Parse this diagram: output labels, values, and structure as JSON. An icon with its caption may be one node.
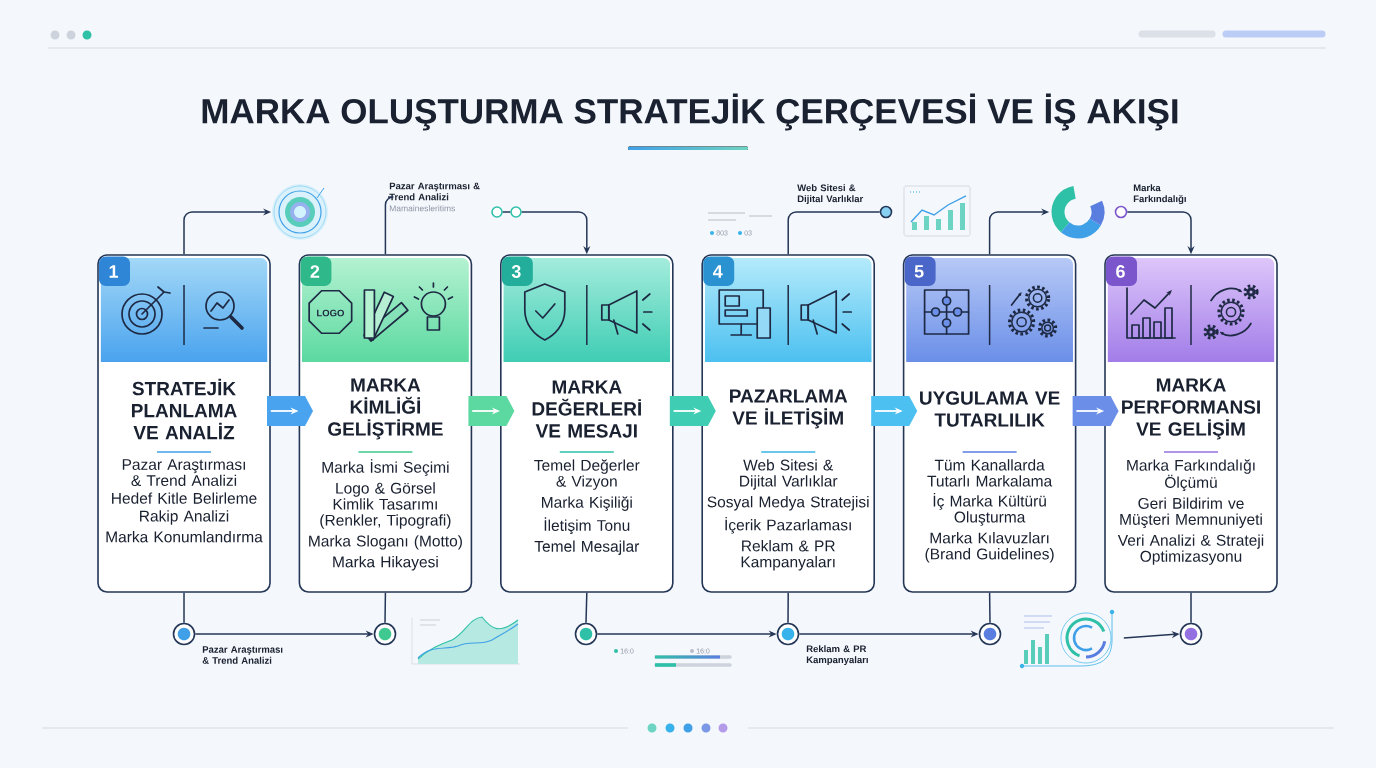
{
  "diagram": {
    "title": "MARKA OLUŞTURMA STRATEJİK ÇERÇEVESİ VE İŞ AKIŞI",
    "nodes": [
      {
        "text": [
          "1",
          "STRATEJİK PLANLAMA VE ANALİZ",
          "Pazar Araştırması & Trend Analizi",
          "Hedef Kitle Belirleme",
          "Rakip Analizi",
          "Marka Konumlandırma"
        ]
      },
      {
        "text": [
          "2",
          "MARKA KİMLİĞİ GELİŞTİRME",
          "Marka İsmi Seçimi",
          "Logo & Görsel Kimlik Tasarımı (Renkler, Tipografi)",
          "Marka Sloganı (Motto)",
          "Marka Hikayesi"
        ]
      },
      {
        "text": [
          "3",
          "MARKA DEĞERLERİ VE MESAJI",
          "Temel Değerler & Vizyon",
          "Marka Kişiliği",
          "İletişim Tonu",
          "Temel Mesajlar"
        ]
      },
      {
        "text": [
          "4",
          "PAZARLAMA VE İLETİŞİM",
          "Web Sitesi & Dijital Varlıklar",
          "Sosyal Medya Stratejisi",
          "İçerik Pazarlaması",
          "Reklam & PR Kampanyaları"
        ]
      },
      {
        "text": [
          "5",
          "UYGULAMA VE TUTARLILIK",
          "Tüm Kanallarda Tutarlı Markalama",
          "İç Marka Kültürü Oluşturma",
          "Marka Kılavuzları (Brand Guidelines)"
        ]
      },
      {
        "text": [
          "6",
          "MARKA PERFORMANSI VE GELİŞİM",
          "Marka Farkındalığı Ölçümü",
          "Geri Bildirim ve Müşteri Memnuniyeti",
          "Veri Analizi & Strateji Optimizasyonu"
        ]
      },
      {
        "text": [],
        "shape": "circle"
      },
      {
        "text": [
          "Pazar Araştırması & Trend Analizi",
          "Mamainesleritims"
        ]
      },
      {
        "text": [],
        "shape": "circle"
      },
      {
        "text": [],
        "shape": "circle"
      },
      {
        "text": [],
        "shape": "circle",
        "beside": [
          "Web Sitesi & Dijital Varlıklar"
        ]
      },
      {
        "text": [],
        "shape": "circle"
      },
      {
        "text": [],
        "shape": "circle",
        "beside": [
          "Marka Farkındalığı"
        ]
      },
      {
        "text": [],
        "shape": "circle",
        "beside": [
          "Pazar Araştırması & Trend Analizi"
        ]
      },
      {
        "text": [],
        "shape": "circle"
      },
      {
        "text": [],
        "shape": "circle"
      },
      {
        "text": [],
        "shape": "circle",
        "beside": [
          "Reklam & PR Kampanyaları"
        ]
      },
      {
        "text": [],
        "shape": "circle"
      },
      {
        "text": [],
        "shape": "picture"
      },
      {
        "text": [],
        "shape": "circle"
      }
    ],
    "edges": [
      {
        "from": 0,
        "to": 1,
        "arrow": "to",
        "color": "#ffffff"
      },
      {
        "from": 1,
        "to": 2,
        "arrow": "to",
        "color": "#ffffff"
      },
      {
        "from": 2,
        "to": 3,
        "arrow": "to",
        "color": "#ffffff"
      },
      {
        "from": 3,
        "to": 4,
        "arrow": "to",
        "color": "#ffffff"
      },
      {
        "from": 4,
        "to": 5,
        "arrow": "to",
        "color": "#ffffff"
      },
      {
        "from": 0,
        "to": 6,
        "arrow": "to"
      },
      {
        "from": 1,
        "to": 7,
        "arrow": "none"
      },
      {
        "from": 8,
        "to": 9,
        "arrow": "none"
      },
      {
        "from": 9,
        "to": 2,
        "arrow": "to"
      },
      {
        "from": 3,
        "to": 10,
        "arrow": "none"
      },
      {
        "from": 4,
        "to": 11,
        "arrow": "to"
      },
      {
        "from": 12,
        "to": 5,
        "arrow": "to"
      },
      {
        "from": 0,
        "to": 13,
        "arrow": "none"
      },
      {
        "from": 13,
        "to": 14,
        "arrow": "to"
      },
      {
        "from": 1,
        "to": 14,
        "arrow": "none"
      },
      {
        "from": 2,
        "to": 15,
        "arrow": "none"
      },
      {
        "from": 15,
        "to": 16,
        "arrow": "to"
      },
      {
        "from": 3,
        "to": 16,
        "arrow": "none"
      },
      {
        "from": 16,
        "to": 17,
        "arrow": "to"
      },
      {
        "from": 4,
        "to": 17,
        "arrow": "none"
      },
      {
        "from": 18,
        "to": 19,
        "arrow": "to"
      },
      {
        "from": 5,
        "to": 19,
        "arrow": "none"
      }
    ],
    "labels": [
      "803",
      "03",
      "LOGO",
      "16:0",
      "16:0"
    ]
  }
}
